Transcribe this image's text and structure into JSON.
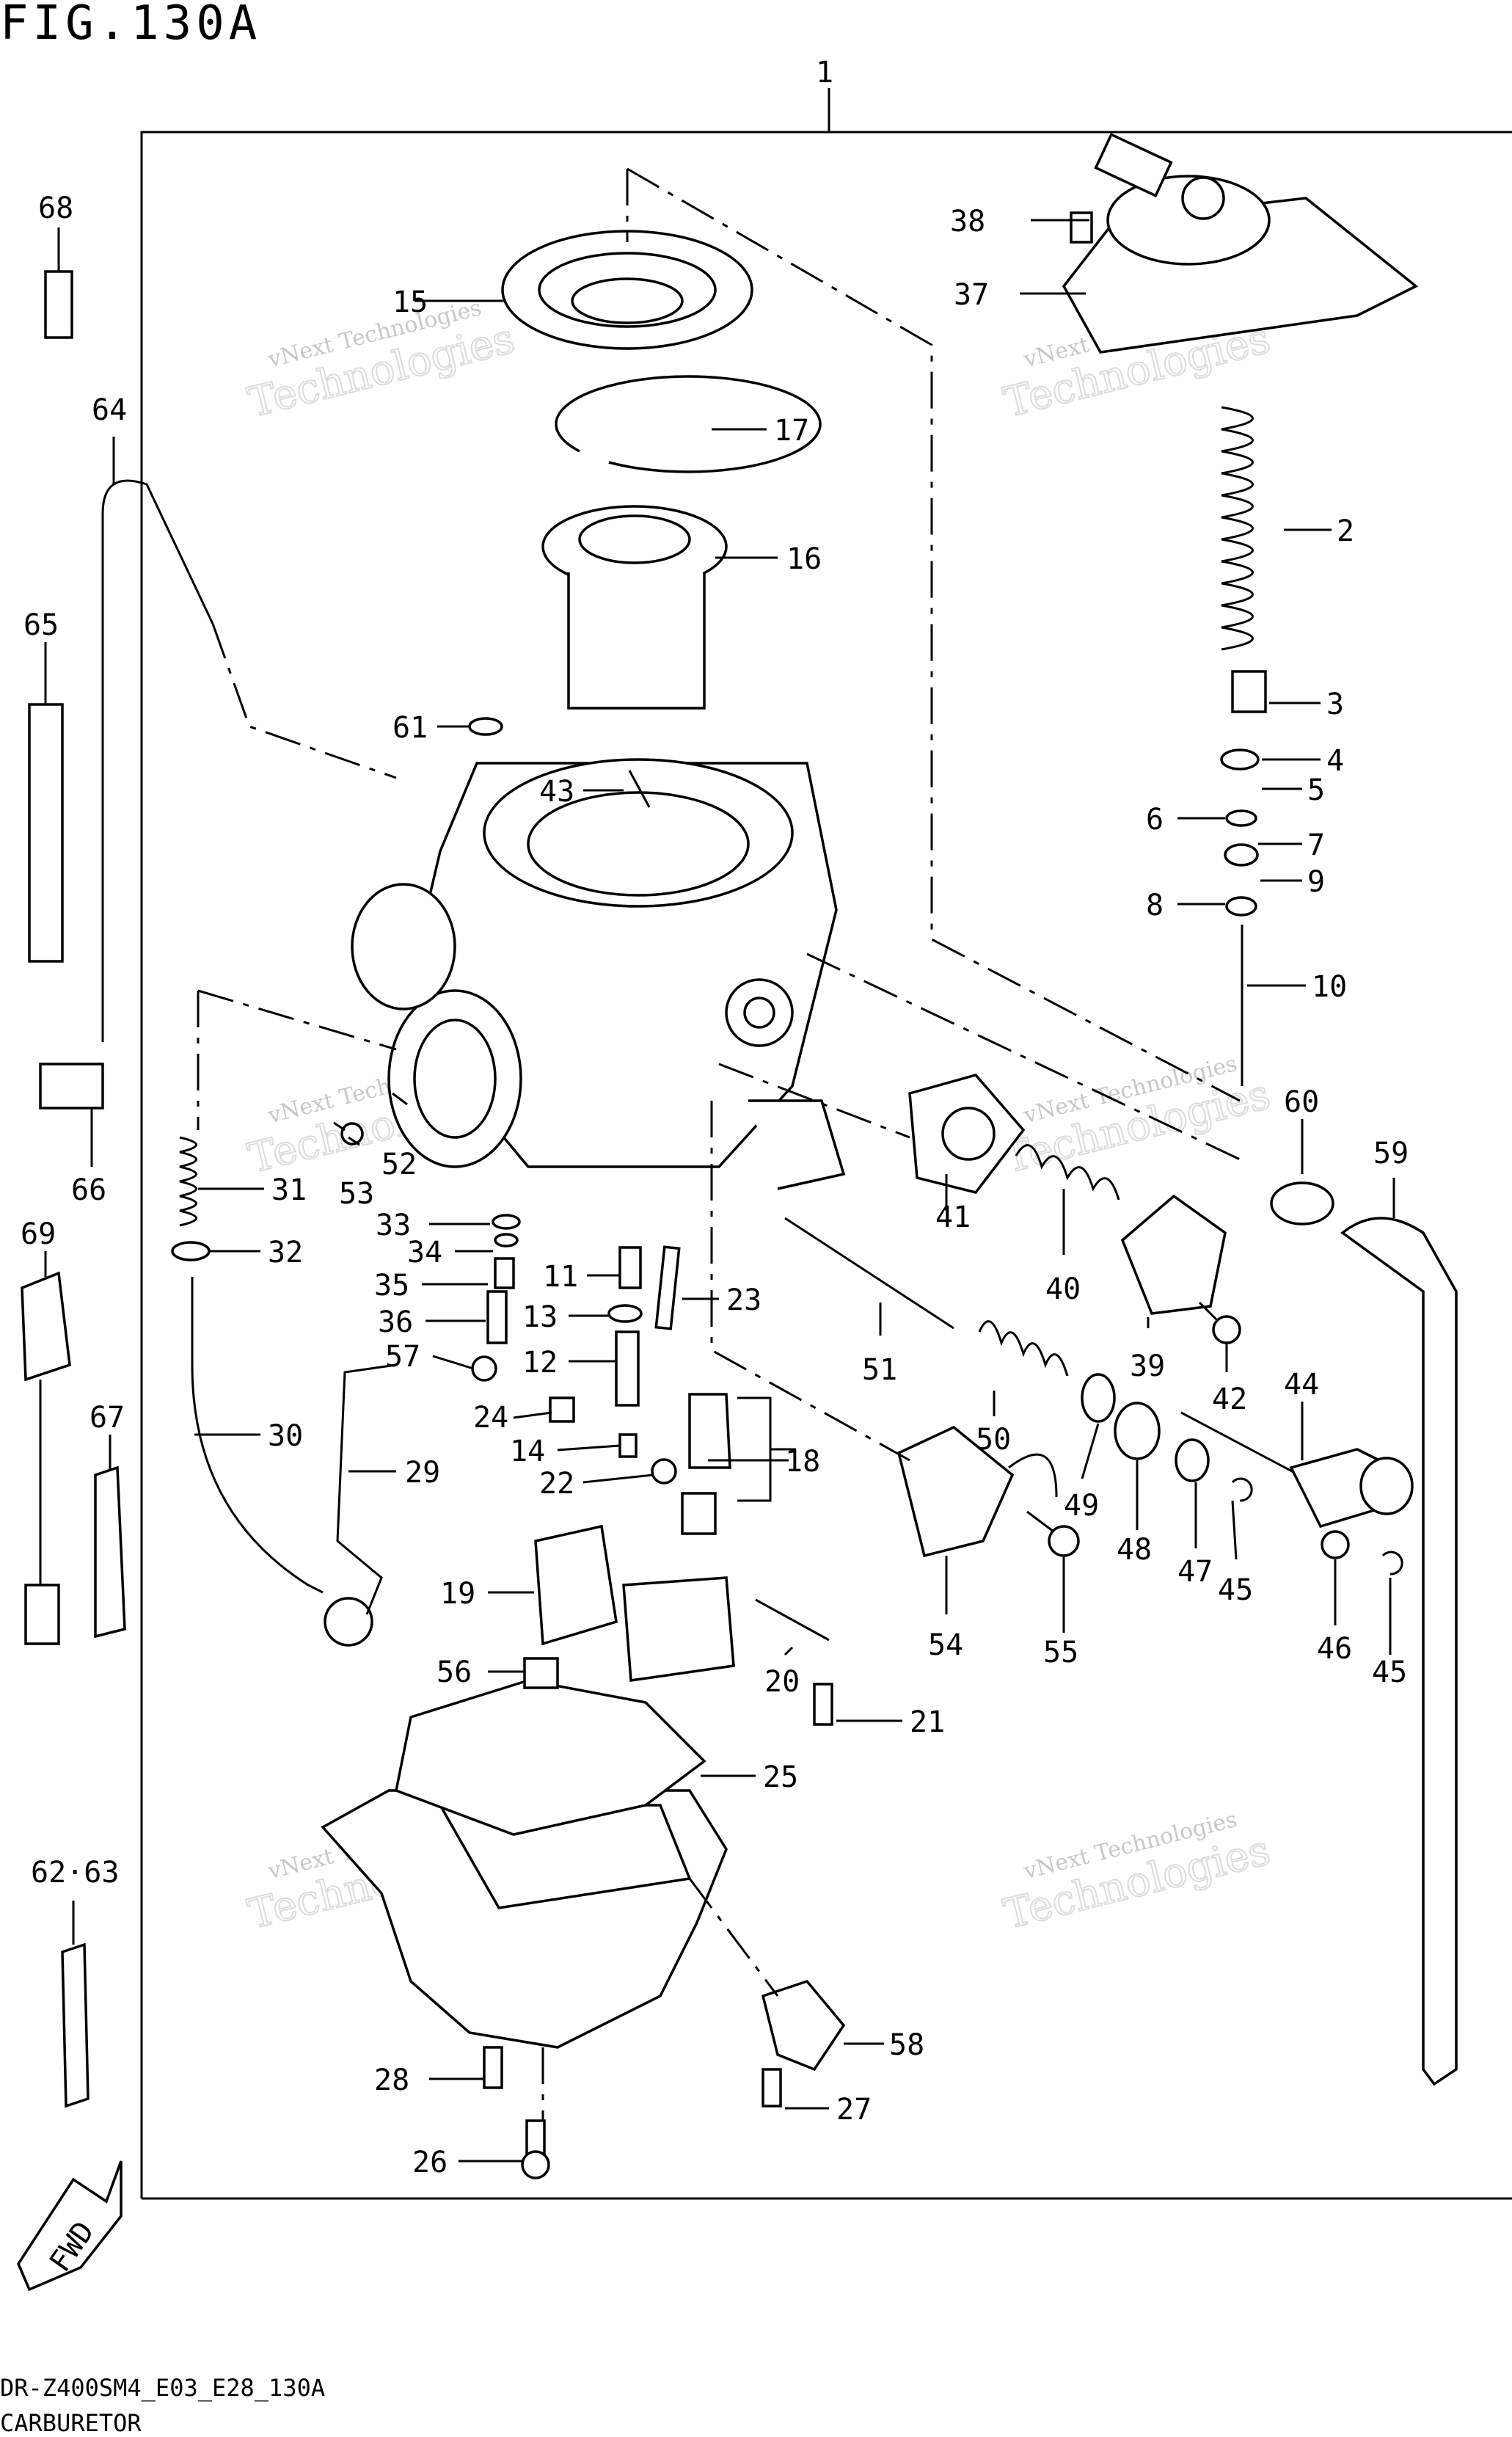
{
  "figure_title": "FIG.130A",
  "footer": {
    "model_code": "DR-Z400SM4_E03_E28_130A",
    "section_name": "CARBURETOR"
  },
  "watermark": {
    "line1": "vNext Technologies",
    "line2": "Technologies"
  },
  "fwd_label": "FWD",
  "callouts": {
    "c1": "1",
    "c2": "2",
    "c3": "3",
    "c4": "4",
    "c5": "5",
    "c6": "6",
    "c7": "7",
    "c8": "8",
    "c9": "9",
    "c10": "10",
    "c11": "11",
    "c12": "12",
    "c13": "13",
    "c14": "14",
    "c15": "15",
    "c16": "16",
    "c17": "17",
    "c18": "18",
    "c19": "19",
    "c20": "20",
    "c21": "21",
    "c22": "22",
    "c23": "23",
    "c24": "24",
    "c25": "25",
    "c26": "26",
    "c27": "27",
    "c28": "28",
    "c29": "29",
    "c30": "30",
    "c31": "31",
    "c32": "32",
    "c33": "33",
    "c34": "34",
    "c35": "35",
    "c36": "36",
    "c37": "37",
    "c38": "38",
    "c39": "39",
    "c40": "40",
    "c41": "41",
    "c42": "42",
    "c43": "43",
    "c44": "44",
    "c45a": "45",
    "c45b": "45",
    "c46": "46",
    "c47": "47",
    "c48": "48",
    "c49": "49",
    "c50": "50",
    "c51": "51",
    "c52": "52",
    "c53": "53",
    "c54": "54",
    "c55": "55",
    "c56": "56",
    "c57": "57",
    "c58": "58",
    "c59": "59",
    "c60": "60",
    "c61": "61",
    "c6263": "62·63",
    "c64": "64",
    "c65": "65",
    "c66": "66",
    "c67": "67",
    "c68": "68",
    "c69": "69"
  }
}
